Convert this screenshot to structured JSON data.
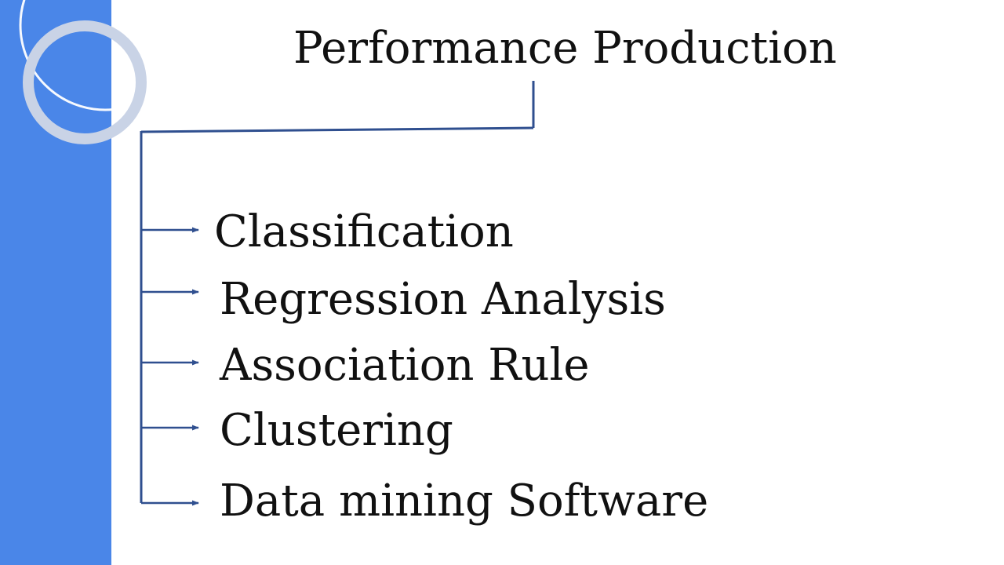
{
  "slide": {
    "title": "Performance Production",
    "items": [
      "Classification",
      "Regression Analysis",
      "Association Rule",
      "Clustering",
      "Data mining Software"
    ]
  },
  "colors": {
    "side_band": "#4a86e8",
    "connector": "#2f4f8f",
    "text": "#111111"
  }
}
